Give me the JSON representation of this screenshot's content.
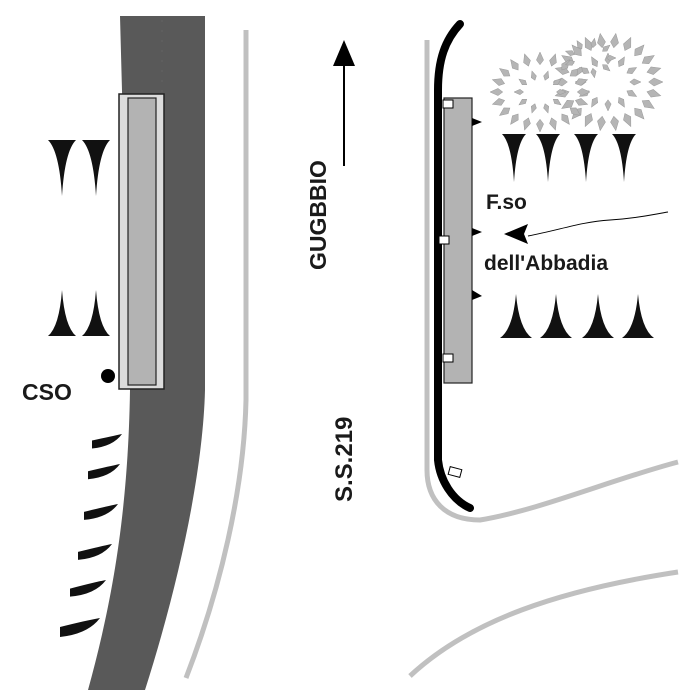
{
  "labels": {
    "city": "GUGBBIO",
    "road": "S.S.219",
    "stream_line1": "F.so",
    "stream_line2": "dell'Abbadia",
    "point": "CSO"
  },
  "colors": {
    "main_road": "#595959",
    "secondary_road": "#c0c0c0",
    "basin": "#b3b3b3",
    "tree_symbol": "#111111",
    "vegetation": "#b5b5b5",
    "text": "#1a1a1a"
  },
  "icons": {
    "direction_arrow": "arrow-up-icon",
    "flow_arrow": "arrow-left-icon",
    "tree": "tree-symbol-icon",
    "outfall": "filled-circle-icon"
  }
}
